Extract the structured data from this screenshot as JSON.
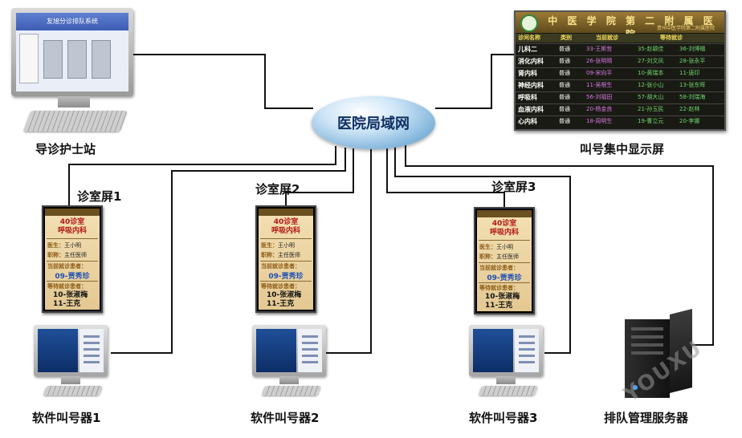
{
  "hub": {
    "label": "医院局域网"
  },
  "nurse_station": {
    "label": "导诊护士站",
    "screen_title": "友旭分诊排队系统"
  },
  "central_display": {
    "label": "叫号集中显示屏",
    "title": "中 医 学 院 第 二 附 属 医 院",
    "subtitle": "贵州中医学院第二附属医院",
    "columns": [
      "诊间名称",
      "类别",
      "当前就诊",
      "等待就诊"
    ],
    "rows": [
      {
        "dept": "儿科二",
        "type": "普通",
        "current": "33-王斯哲",
        "wait1": "35-赵颖佳",
        "wait2": "36-刘博楷"
      },
      {
        "dept": "消化内科",
        "type": "普通",
        "current": "26-张明晴",
        "wait1": "27-刘文凤",
        "wait2": "28-张永平"
      },
      {
        "dept": "肾内科",
        "type": "普通",
        "current": "09-宋向平",
        "wait1": "10-黄瑞本",
        "wait2": "11-唐印"
      },
      {
        "dept": "神经内科",
        "type": "普通",
        "current": "11-吴根生",
        "wait1": "12-张小山",
        "wait2": "13-张东晖"
      },
      {
        "dept": "呼吸科",
        "type": "普通",
        "current": "56-刘福田",
        "wait1": "57-胡大山",
        "wait2": "58-刘瑞海"
      },
      {
        "dept": "血液内科",
        "type": "普通",
        "current": "20-杨金良",
        "wait1": "21-孙玉民",
        "wait2": "22-赵林"
      },
      {
        "dept": "心内科",
        "type": "普通",
        "current": "18-周明生",
        "wait1": "19-曹立元",
        "wait2": "20-李娜"
      }
    ]
  },
  "clinic_screens": [
    {
      "label": "诊室屏1",
      "room": "40诊室",
      "dept": "呼吸内科",
      "doctor_label": "医生：",
      "doctor": "王小明",
      "title_label": "职称：",
      "title": "主任医师",
      "current_label": "当前就诊患者：",
      "current": "09-贾秀珍",
      "waiting_label": "等待就诊患者：",
      "waiting": [
        "10-张淑梅",
        "11-王克"
      ]
    },
    {
      "label": "诊室屏2",
      "room": "40诊室",
      "dept": "呼吸内科",
      "doctor_label": "医生：",
      "doctor": "王小明",
      "title_label": "职称：",
      "title": "主任医师",
      "current_label": "当前就诊患者：",
      "current": "09-贾秀珍",
      "waiting_label": "等待就诊患者：",
      "waiting": [
        "10-张淑梅",
        "11-王克"
      ]
    },
    {
      "label": "诊室屏3",
      "room": "40诊室",
      "dept": "呼吸内科",
      "doctor_label": "医生：",
      "doctor": "王小明",
      "title_label": "职称：",
      "title": "主任医师",
      "current_label": "当前就诊患者：",
      "current": "09-贾秀珍",
      "waiting_label": "等待就诊患者：",
      "waiting": [
        "10-张淑梅",
        "11-王克"
      ]
    }
  ],
  "callers": [
    {
      "label": "软件叫号器1"
    },
    {
      "label": "软件叫号器2"
    },
    {
      "label": "软件叫号器3"
    }
  ],
  "server": {
    "label": "排队管理服务器"
  },
  "watermark": "YOUXU"
}
